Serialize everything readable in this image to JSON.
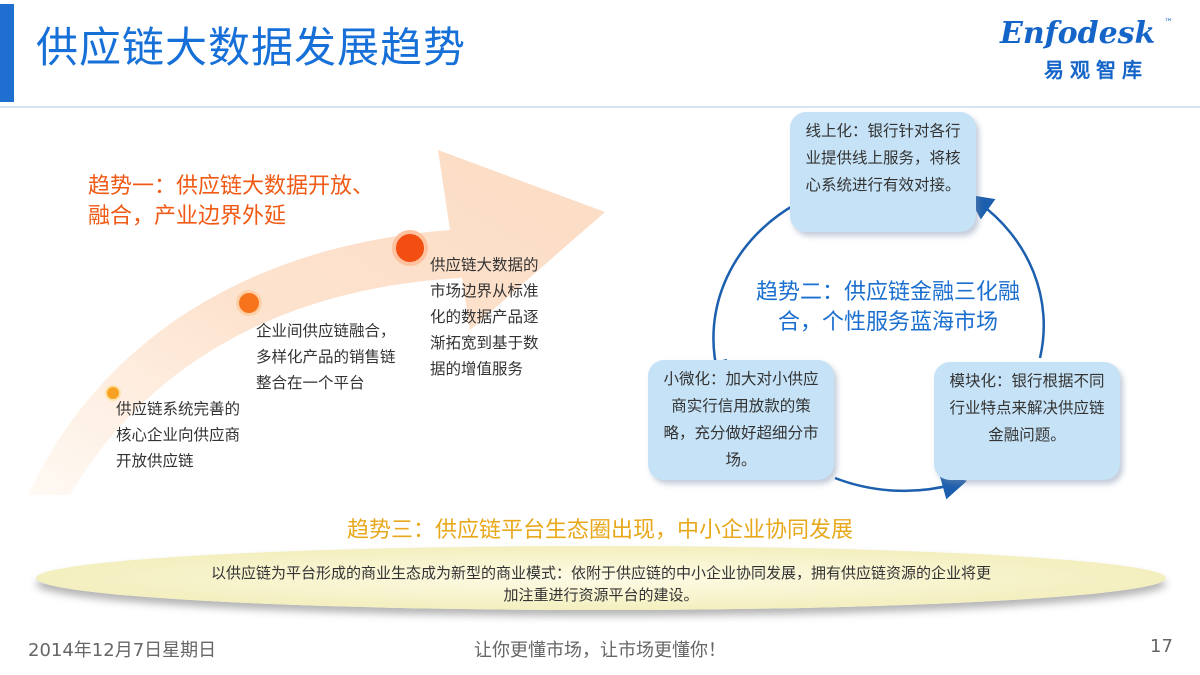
{
  "header": {
    "title": "供应链大数据发展趋势",
    "logo_text": "Enfodesk",
    "logo_tm": "™",
    "logo_cn": "易观智库"
  },
  "trend1": {
    "heading": "趋势一：供应链大数据开放、融合，产业边界外延",
    "steps": [
      "供应链系统完善的核心企业向供应商开放供应链",
      "企业间供应链融合，多样化产品的销售链整合在一个平台",
      "供应链大数据的市场边界从标准化的数据产品逐渐拓宽到基于数据的增值服务"
    ]
  },
  "trend2": {
    "heading": "趋势二：供应链金融三化融合，个性服务蓝海市场",
    "bubbles": {
      "online": "线上化：银行针对各行业提供线上服务，将核心系统进行有效对接。",
      "micro": "小微化：加大对小供应商实行信用放款的策略，充分做好超细分市场。",
      "modular": "模块化：银行根据不同行业特点来解决供应链金融问题。"
    }
  },
  "trend3": {
    "heading": "趋势三：供应链平台生态圈出现，中小企业协同发展",
    "description": "以供应链为平台形成的商业生态成为新型的商业模式：依附于供应链的中小企业协同发展，拥有供应链资源的企业将更加注重进行资源平台的建设。"
  },
  "footer": {
    "date": "2014年12月7日星期日",
    "slogan": "让你更懂市场，让市场更懂你！",
    "page": "17"
  },
  "colors": {
    "title_blue": "#1670d8",
    "trend1_orange": "#f05a14",
    "trend2_blue": "#1a6fcf",
    "trend3_gold": "#e8a81c",
    "bubble_fill": "#c6e2f6",
    "cycle_stroke": "#1b5fae"
  }
}
